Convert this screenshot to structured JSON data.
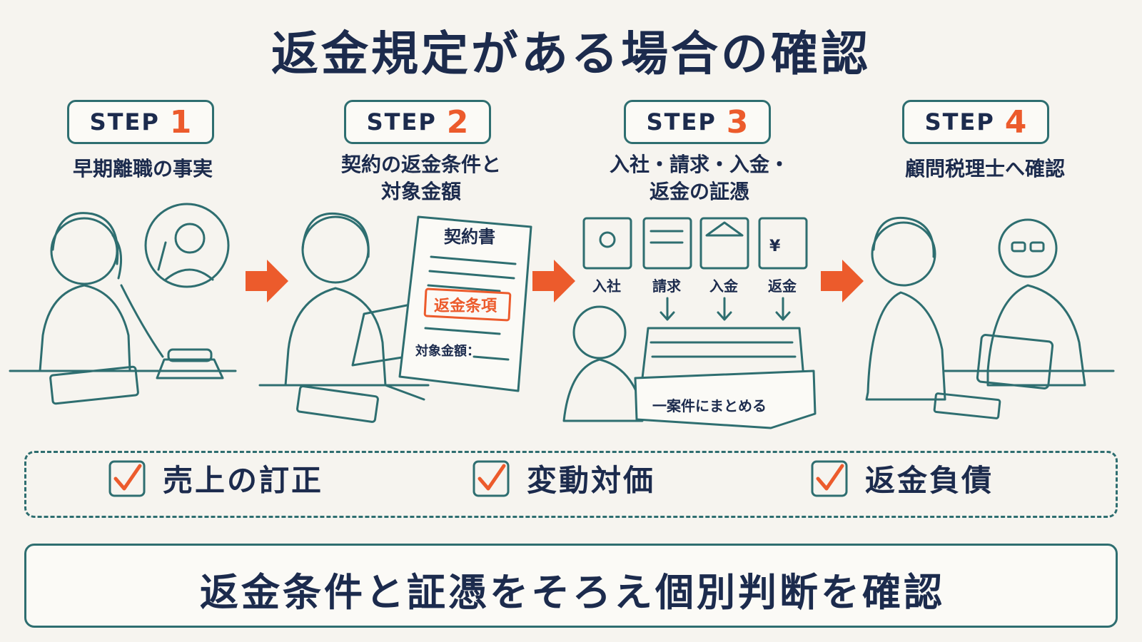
{
  "title": "返金規定がある場合の確認",
  "steps": [
    {
      "label": "STEP",
      "number": "1",
      "title_lines": [
        "早期離職の事実"
      ]
    },
    {
      "label": "STEP",
      "number": "2",
      "title_lines": [
        "契約の返金条件と",
        "対象金額"
      ]
    },
    {
      "label": "STEP",
      "number": "3",
      "title_lines": [
        "入社・請求・入金・",
        "返金の証憑"
      ]
    },
    {
      "label": "STEP",
      "number": "4",
      "title_lines": [
        "顧問税理士へ確認"
      ]
    }
  ],
  "contract": {
    "heading": "契約書",
    "clause": "返金条項",
    "amount_label": "対象金額："
  },
  "documents": {
    "labels": [
      "入社",
      "請求",
      "入金",
      "返金"
    ],
    "box_label": "一案件にまとめる"
  },
  "checks": [
    "売上の訂正",
    "変動対価",
    "返金負債"
  ],
  "summary": "返金条件と証憑をそろえ個別判断を確認",
  "colors": {
    "accent": "#ec5b2c",
    "line": "#2e6e70",
    "text": "#1c2b4d"
  }
}
